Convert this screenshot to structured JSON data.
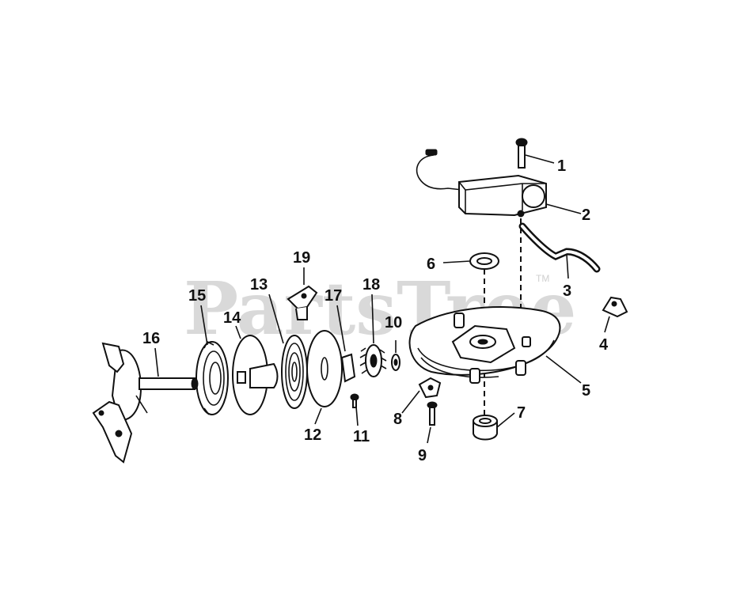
{
  "watermark": {
    "text": "PartsTree",
    "mark": "TM"
  },
  "parts": [
    {
      "id": "1",
      "label": "1"
    },
    {
      "id": "2",
      "label": "2"
    },
    {
      "id": "3",
      "label": "3"
    },
    {
      "id": "4",
      "label": "4"
    },
    {
      "id": "5",
      "label": "5"
    },
    {
      "id": "6",
      "label": "6"
    },
    {
      "id": "7",
      "label": "7"
    },
    {
      "id": "8",
      "label": "8"
    },
    {
      "id": "9",
      "label": "9"
    },
    {
      "id": "10",
      "label": "10"
    },
    {
      "id": "11",
      "label": "11"
    },
    {
      "id": "12",
      "label": "12"
    },
    {
      "id": "13",
      "label": "13"
    },
    {
      "id": "14",
      "label": "14"
    },
    {
      "id": "15",
      "label": "15"
    },
    {
      "id": "16",
      "label": "16"
    },
    {
      "id": "17",
      "label": "17"
    },
    {
      "id": "18",
      "label": "18"
    },
    {
      "id": "19",
      "label": "19"
    }
  ]
}
